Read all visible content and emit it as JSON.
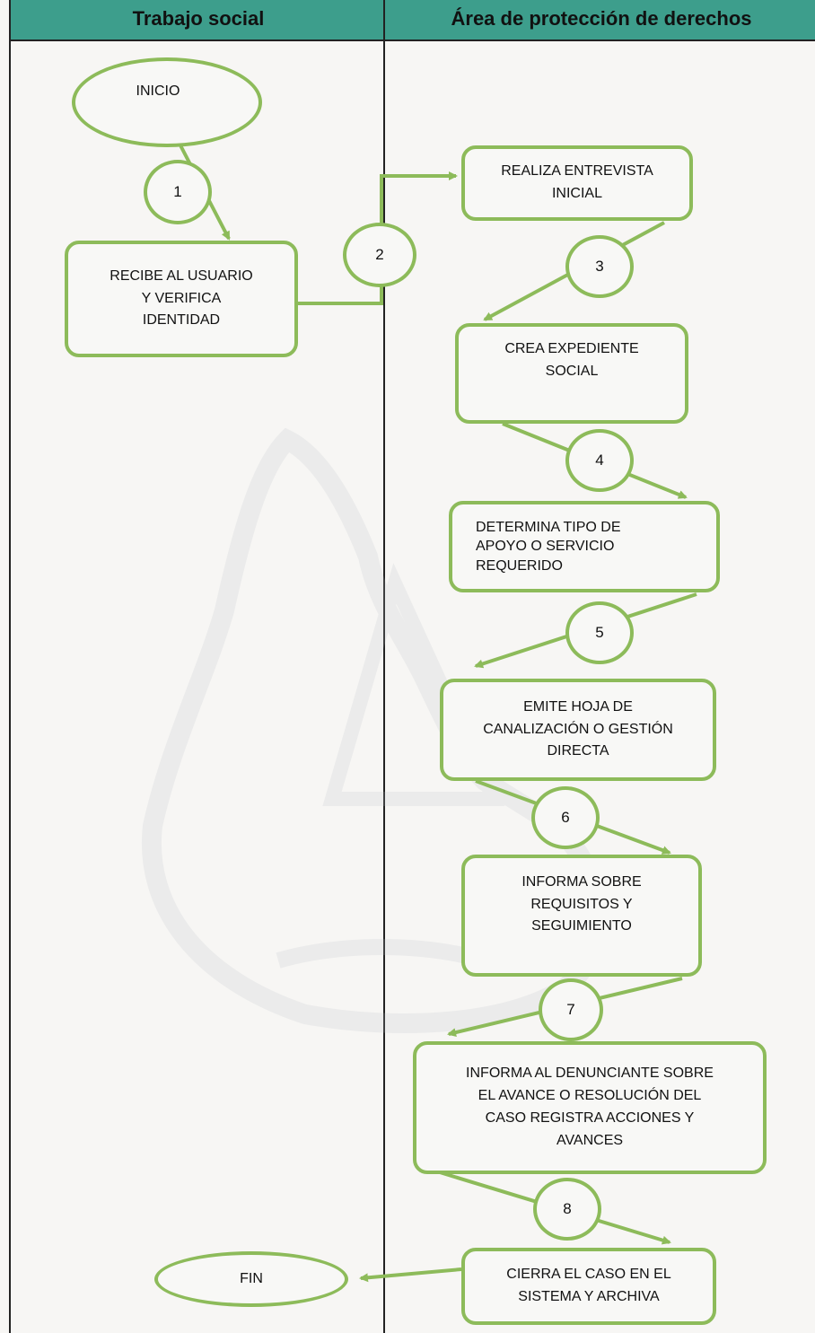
{
  "header": {
    "lane_left": "Trabajo social",
    "lane_right": "Área de protección de derechos"
  },
  "nodes": {
    "inicio": "INICIO",
    "recibe": "RECIBE AL USUARIO\nY VERIFICA\nIDENTIDAD",
    "entrevista": "REALIZA ENTREVISTA\nINICIAL",
    "expediente": "CREA EXPEDIENTE\nSOCIAL",
    "determina": "DETERMINA TIPO DE\nAPOYO O SERVICIO\nREQUERIDO",
    "emite": "EMITE HOJA DE\nCANALIZACIÓN O GESTIÓN\nDIRECTA",
    "informa_req": "INFORMA SOBRE\nREQUISITOS Y\nSEGUIMIENTO",
    "informa_den": "INFORMA AL DENUNCIANTE SOBRE\nEL AVANCE O RESOLUCIÓN DEL\nCASO REGISTRA ACCIONES Y\nAVANCES",
    "cierra": "CIERRA EL CASO EN EL\nSISTEMA Y ARCHIVA",
    "fin": "FIN"
  },
  "steps": [
    "1",
    "2",
    "3",
    "4",
    "5",
    "6",
    "7",
    "8"
  ],
  "colors": {
    "header": "#3d9e8c",
    "accent": "#8dbb5a"
  }
}
